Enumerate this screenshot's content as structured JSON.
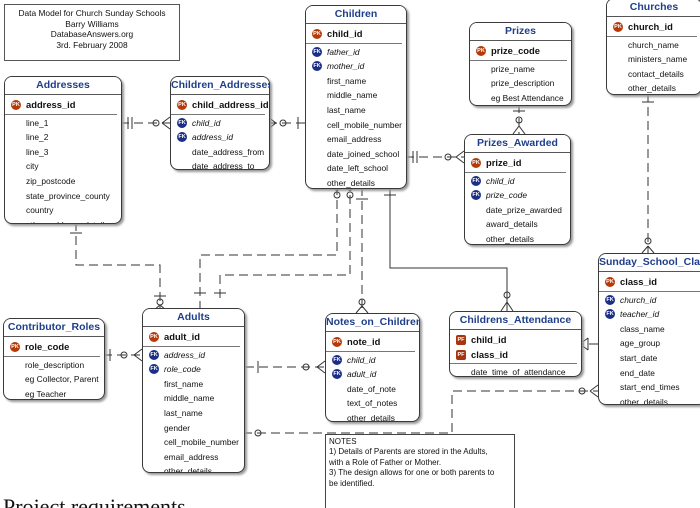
{
  "title_block": [
    "Data Model for Church Sunday Schools",
    "Barry Williams",
    "DatabaseAnswers.org",
    "3rd. February 2008"
  ],
  "entities": {
    "addresses": {
      "name": "Addresses",
      "rows": [
        {
          "t": "address_id",
          "k": "PK"
        },
        {
          "t": "line_1"
        },
        {
          "t": "line_2"
        },
        {
          "t": "line_3"
        },
        {
          "t": "city"
        },
        {
          "t": "zip_postcode"
        },
        {
          "t": "state_province_county"
        },
        {
          "t": "country"
        },
        {
          "t": "other_address_details"
        }
      ]
    },
    "children_addresses": {
      "name": "Children_Addresses",
      "rows": [
        {
          "t": "child_address_id",
          "k": "PK"
        },
        {
          "t": "child_id",
          "k": "FK"
        },
        {
          "t": "address_id",
          "k": "FK"
        },
        {
          "t": "date_address_from"
        },
        {
          "t": "date_address_to"
        }
      ]
    },
    "children": {
      "name": "Children",
      "rows": [
        {
          "t": "child_id",
          "k": "PK"
        },
        {
          "t": "father_id",
          "k": "FK"
        },
        {
          "t": "mother_id",
          "k": "FK"
        },
        {
          "t": "first_name"
        },
        {
          "t": "middle_name"
        },
        {
          "t": "last_name"
        },
        {
          "t": "cell_mobile_number"
        },
        {
          "t": "email_address"
        },
        {
          "t": "date_joined_school"
        },
        {
          "t": "date_left_school"
        },
        {
          "t": "other_details"
        }
      ]
    },
    "prizes": {
      "name": "Prizes",
      "rows": [
        {
          "t": "prize_code",
          "k": "PK"
        },
        {
          "t": "prize_name"
        },
        {
          "t": "prize_description"
        },
        {
          "t": "eg Best Attendance"
        }
      ]
    },
    "churches": {
      "name": "Churches",
      "rows": [
        {
          "t": "church_id",
          "k": "PK"
        },
        {
          "t": "church_name"
        },
        {
          "t": "ministers_name"
        },
        {
          "t": "contact_details"
        },
        {
          "t": "other_details"
        }
      ]
    },
    "prizes_awarded": {
      "name": "Prizes_Awarded",
      "rows": [
        {
          "t": "prize_id",
          "k": "PK"
        },
        {
          "t": "child_id",
          "k": "FK"
        },
        {
          "t": "prize_code",
          "k": "FK"
        },
        {
          "t": "date_prize_awarded"
        },
        {
          "t": "award_details"
        },
        {
          "t": "other_details"
        }
      ]
    },
    "sunday_school_classes": {
      "name": "Sunday_School_Classes",
      "rows": [
        {
          "t": "class_id",
          "k": "PK"
        },
        {
          "t": "church_id",
          "k": "FK"
        },
        {
          "t": "teacher_id",
          "k": "FK"
        },
        {
          "t": "class_name"
        },
        {
          "t": "age_group"
        },
        {
          "t": "start_date"
        },
        {
          "t": "end_date"
        },
        {
          "t": "start_end_times"
        },
        {
          "t": "other_details"
        }
      ]
    },
    "contributor_roles": {
      "name": "Contributor_Roles",
      "rows": [
        {
          "t": "role_code",
          "k": "PK"
        },
        {
          "t": "role_description"
        },
        {
          "t": "eg Collector, Parent"
        },
        {
          "t": "eg Teacher"
        }
      ]
    },
    "adults": {
      "name": "Adults",
      "rows": [
        {
          "t": "adult_id",
          "k": "PK"
        },
        {
          "t": "address_id",
          "k": "FK"
        },
        {
          "t": "role_code",
          "k": "FK"
        },
        {
          "t": "first_name"
        },
        {
          "t": "middle_name"
        },
        {
          "t": "last_name"
        },
        {
          "t": "gender"
        },
        {
          "t": "cell_mobile_number"
        },
        {
          "t": "email_address"
        },
        {
          "t": "other_details"
        }
      ]
    },
    "notes_on_children": {
      "name": "Notes_on_Children",
      "rows": [
        {
          "t": "note_id",
          "k": "PK"
        },
        {
          "t": "child_id",
          "k": "FK"
        },
        {
          "t": "adult_id",
          "k": "FK"
        },
        {
          "t": "date_of_note"
        },
        {
          "t": "text_of_notes"
        },
        {
          "t": "other_details"
        }
      ]
    },
    "childrens_attendance": {
      "name": "Childrens_Attendance",
      "rows": [
        {
          "t": "child_id",
          "k": "PF"
        },
        {
          "t": "class_id",
          "k": "PF"
        },
        {
          "t": "date_time_of_attendance"
        }
      ]
    }
  },
  "notes_box": [
    "NOTES",
    "1) Details of Parents are stored in the Adults,",
    "    with a Role of Father or Mother.",
    "3) The design allows for one or both parents to",
    "    be identified."
  ],
  "footer_text": "Project requirements",
  "colors": {
    "header_text": "#1f3f8a",
    "pk_badge": "#b53a08",
    "fk_badge": "#1b2f86",
    "border": "#3a3a3a"
  }
}
